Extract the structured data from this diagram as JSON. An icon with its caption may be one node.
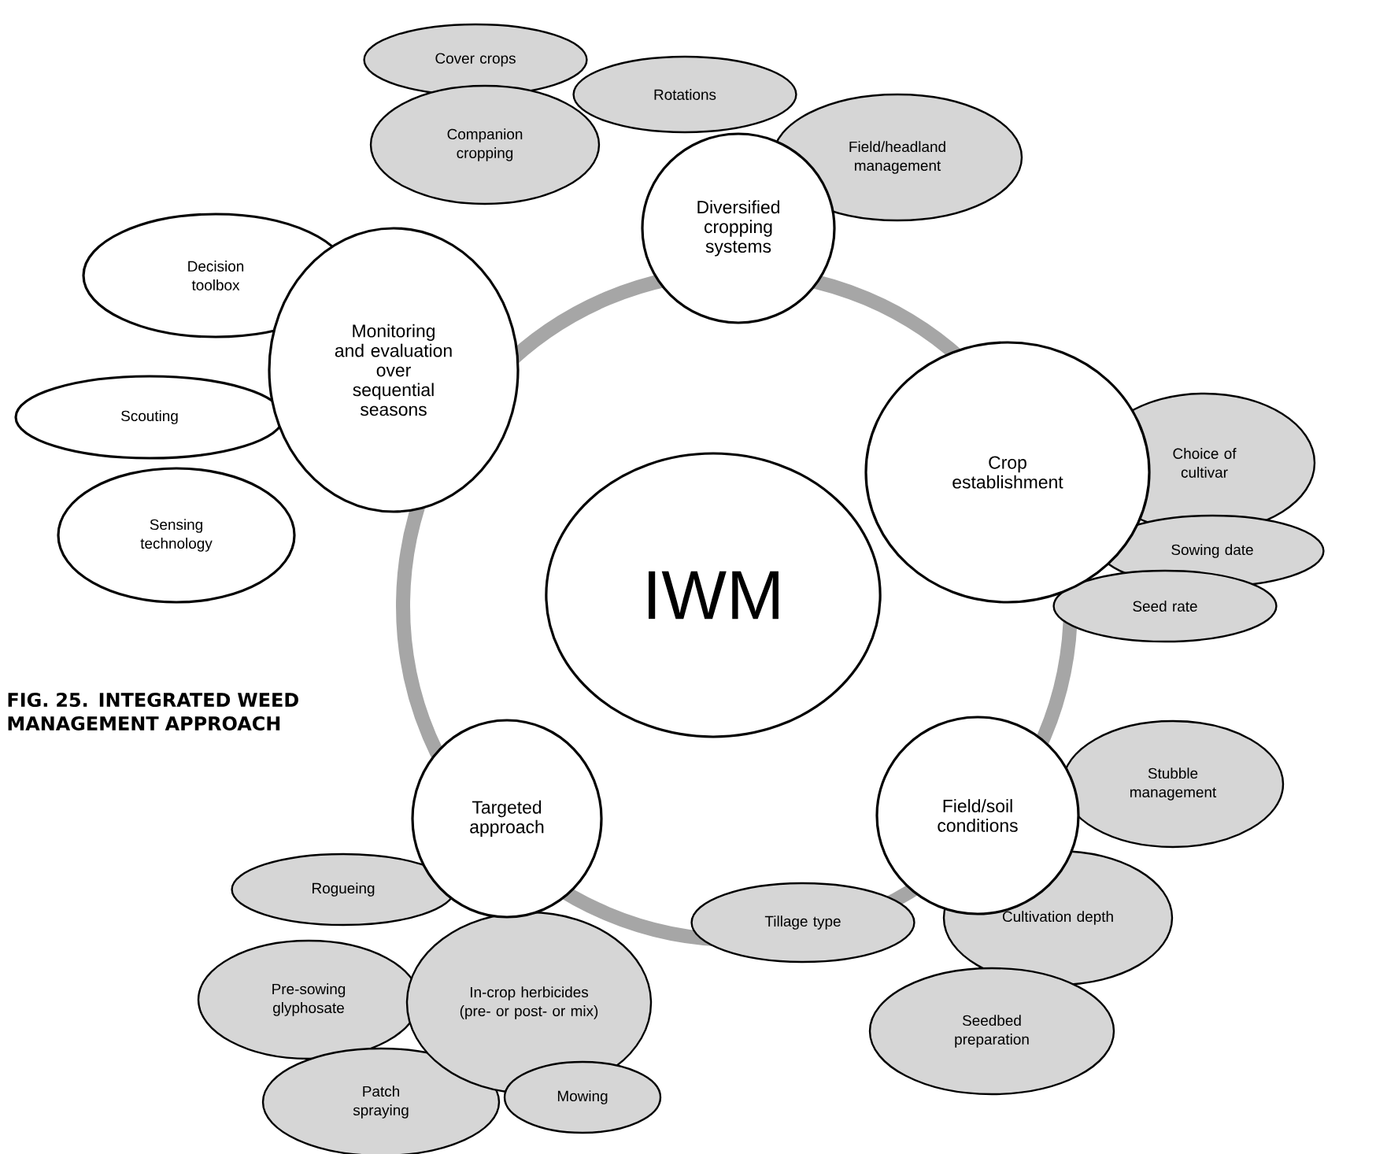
{
  "diagram": {
    "caption": "FIG. 25. INTEGRATED WEED MANAGEMENT APPROACH",
    "nodes": [
      {
        "text": [
          "IWM"
        ]
      },
      {
        "text": [
          "Diversified cropping systems"
        ]
      },
      {
        "text": [
          "Cover crops"
        ]
      },
      {
        "text": [
          "Rotations"
        ]
      },
      {
        "text": [
          "Companion cropping"
        ]
      },
      {
        "text": [
          "Field/headland management"
        ]
      },
      {
        "text": [
          "Crop establishment"
        ]
      },
      {
        "text": [
          "Choice of cultivar"
        ]
      },
      {
        "text": [
          "Sowing date"
        ]
      },
      {
        "text": [
          "Seed rate"
        ]
      },
      {
        "text": [
          "Field/soil conditions"
        ]
      },
      {
        "text": [
          "Stubble management"
        ]
      },
      {
        "text": [
          "Tillage type"
        ]
      },
      {
        "text": [
          "Cultivation depth"
        ]
      },
      {
        "text": [
          "Seedbed preparation"
        ]
      },
      {
        "text": [
          "Targeted approach"
        ]
      },
      {
        "text": [
          "Rogueing"
        ]
      },
      {
        "text": [
          "Pre-sowing glyphosate"
        ]
      },
      {
        "text": [
          "In-crop herbicides (pre- or post- or mix)"
        ]
      },
      {
        "text": [
          "Patch spraying"
        ]
      },
      {
        "text": [
          "Mowing"
        ]
      },
      {
        "text": [
          "Monitoring and evaluation over sequential seasons"
        ]
      },
      {
        "text": [
          "Decision toolbox"
        ]
      },
      {
        "text": [
          "Scouting"
        ]
      },
      {
        "text": [
          "Sensing technology"
        ]
      }
    ]
  }
}
